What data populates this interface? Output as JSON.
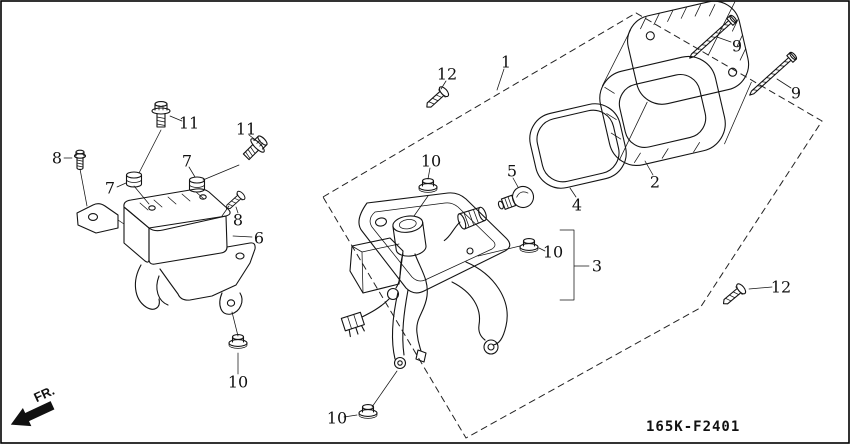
{
  "diagram": {
    "code": "165K-F2401",
    "fr_label": "FR.",
    "callouts": [
      {
        "label": "12"
      },
      {
        "label": "1"
      },
      {
        "label": "9"
      },
      {
        "label": "9"
      },
      {
        "label": "10"
      },
      {
        "label": "5"
      },
      {
        "label": "2"
      },
      {
        "label": "4"
      },
      {
        "label": "10"
      },
      {
        "label": "3"
      },
      {
        "label": "12"
      },
      {
        "label": "8"
      },
      {
        "label": "11"
      },
      {
        "label": "11"
      },
      {
        "label": "7"
      },
      {
        "label": "7"
      },
      {
        "label": "8"
      },
      {
        "label": "6"
      },
      {
        "label": "10"
      },
      {
        "label": "10"
      }
    ]
  }
}
